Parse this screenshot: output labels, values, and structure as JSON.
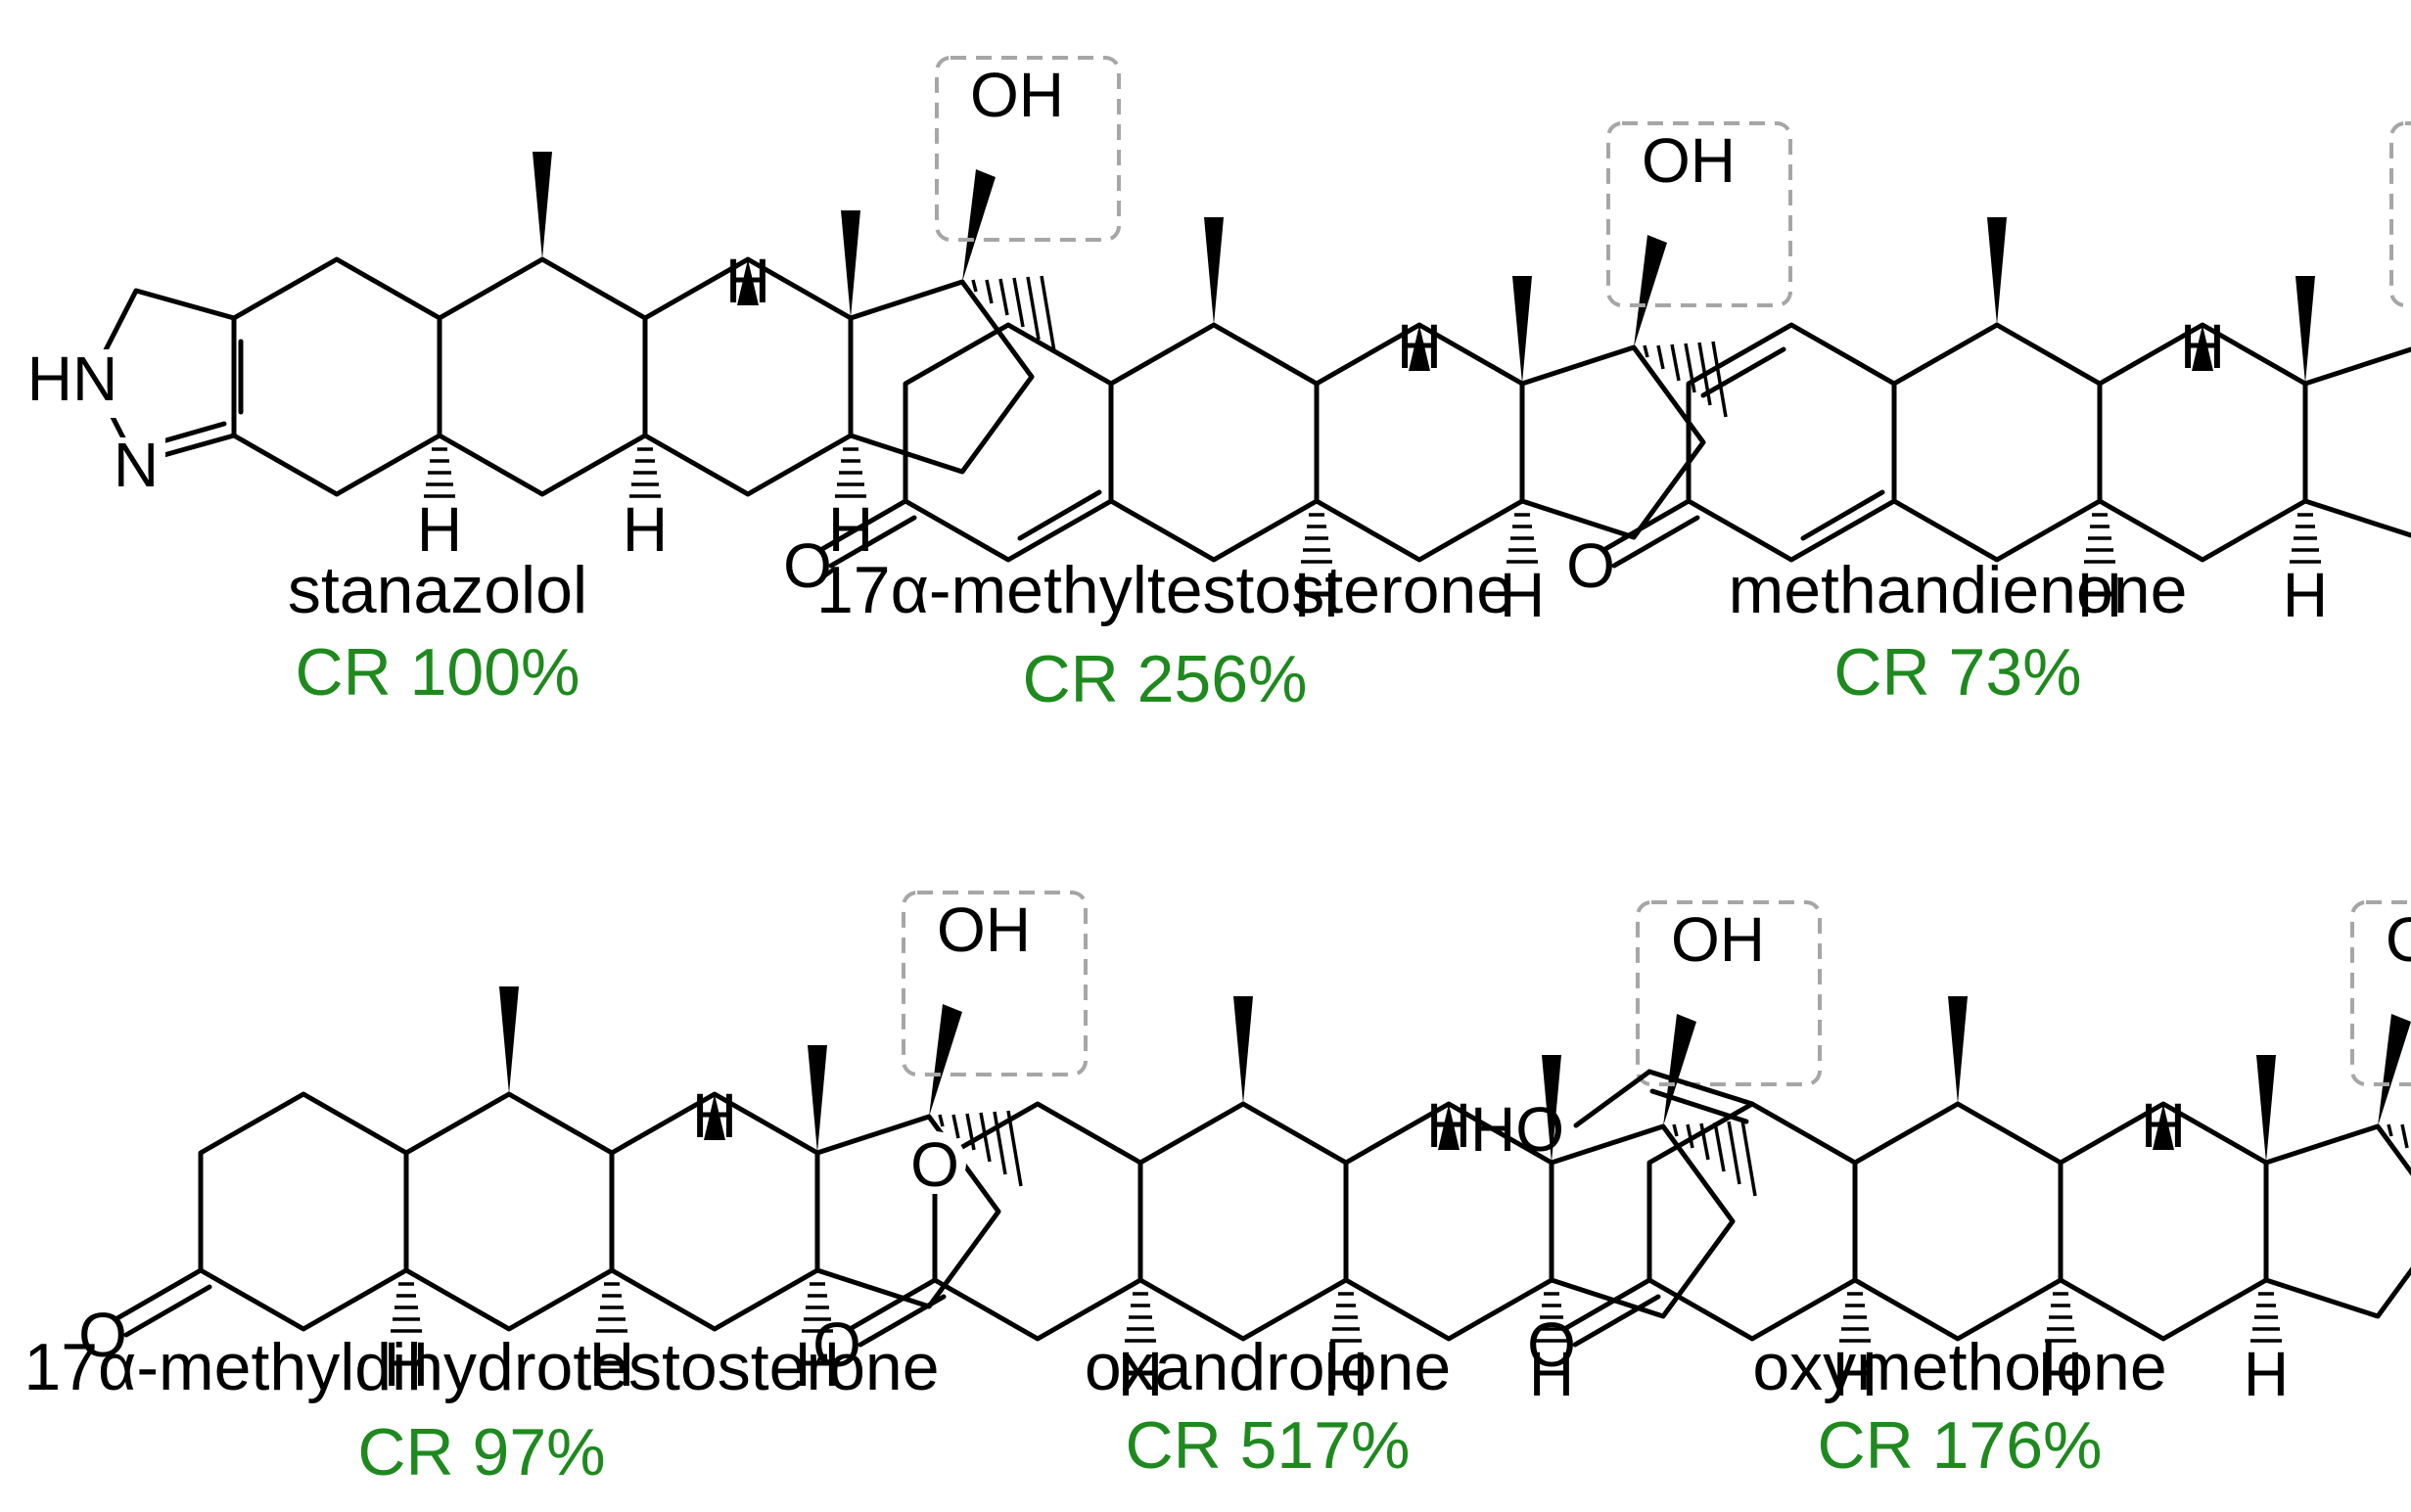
{
  "colors": {
    "bonds": "#000000",
    "cr_text": "#1e8a1e",
    "highlight_box": "#a6a6a6"
  },
  "atoms": {
    "oh": "OH",
    "ho": "HO",
    "h": "H",
    "o": "O",
    "hn": "HN",
    "n": "N"
  },
  "compounds": [
    {
      "name": "stanazolol",
      "cr": "CR 100%"
    },
    {
      "name": "17α-methyltestosterone",
      "cr": "CR 256%"
    },
    {
      "name": "methandienone",
      "cr": "CR 73%"
    },
    {
      "name": "17α-methyldihydrotestosterone",
      "cr": "CR 97%"
    },
    {
      "name": "oxandrolone",
      "cr": "CR 517%"
    },
    {
      "name": "oxymetholone",
      "cr": "CR 176%"
    }
  ]
}
